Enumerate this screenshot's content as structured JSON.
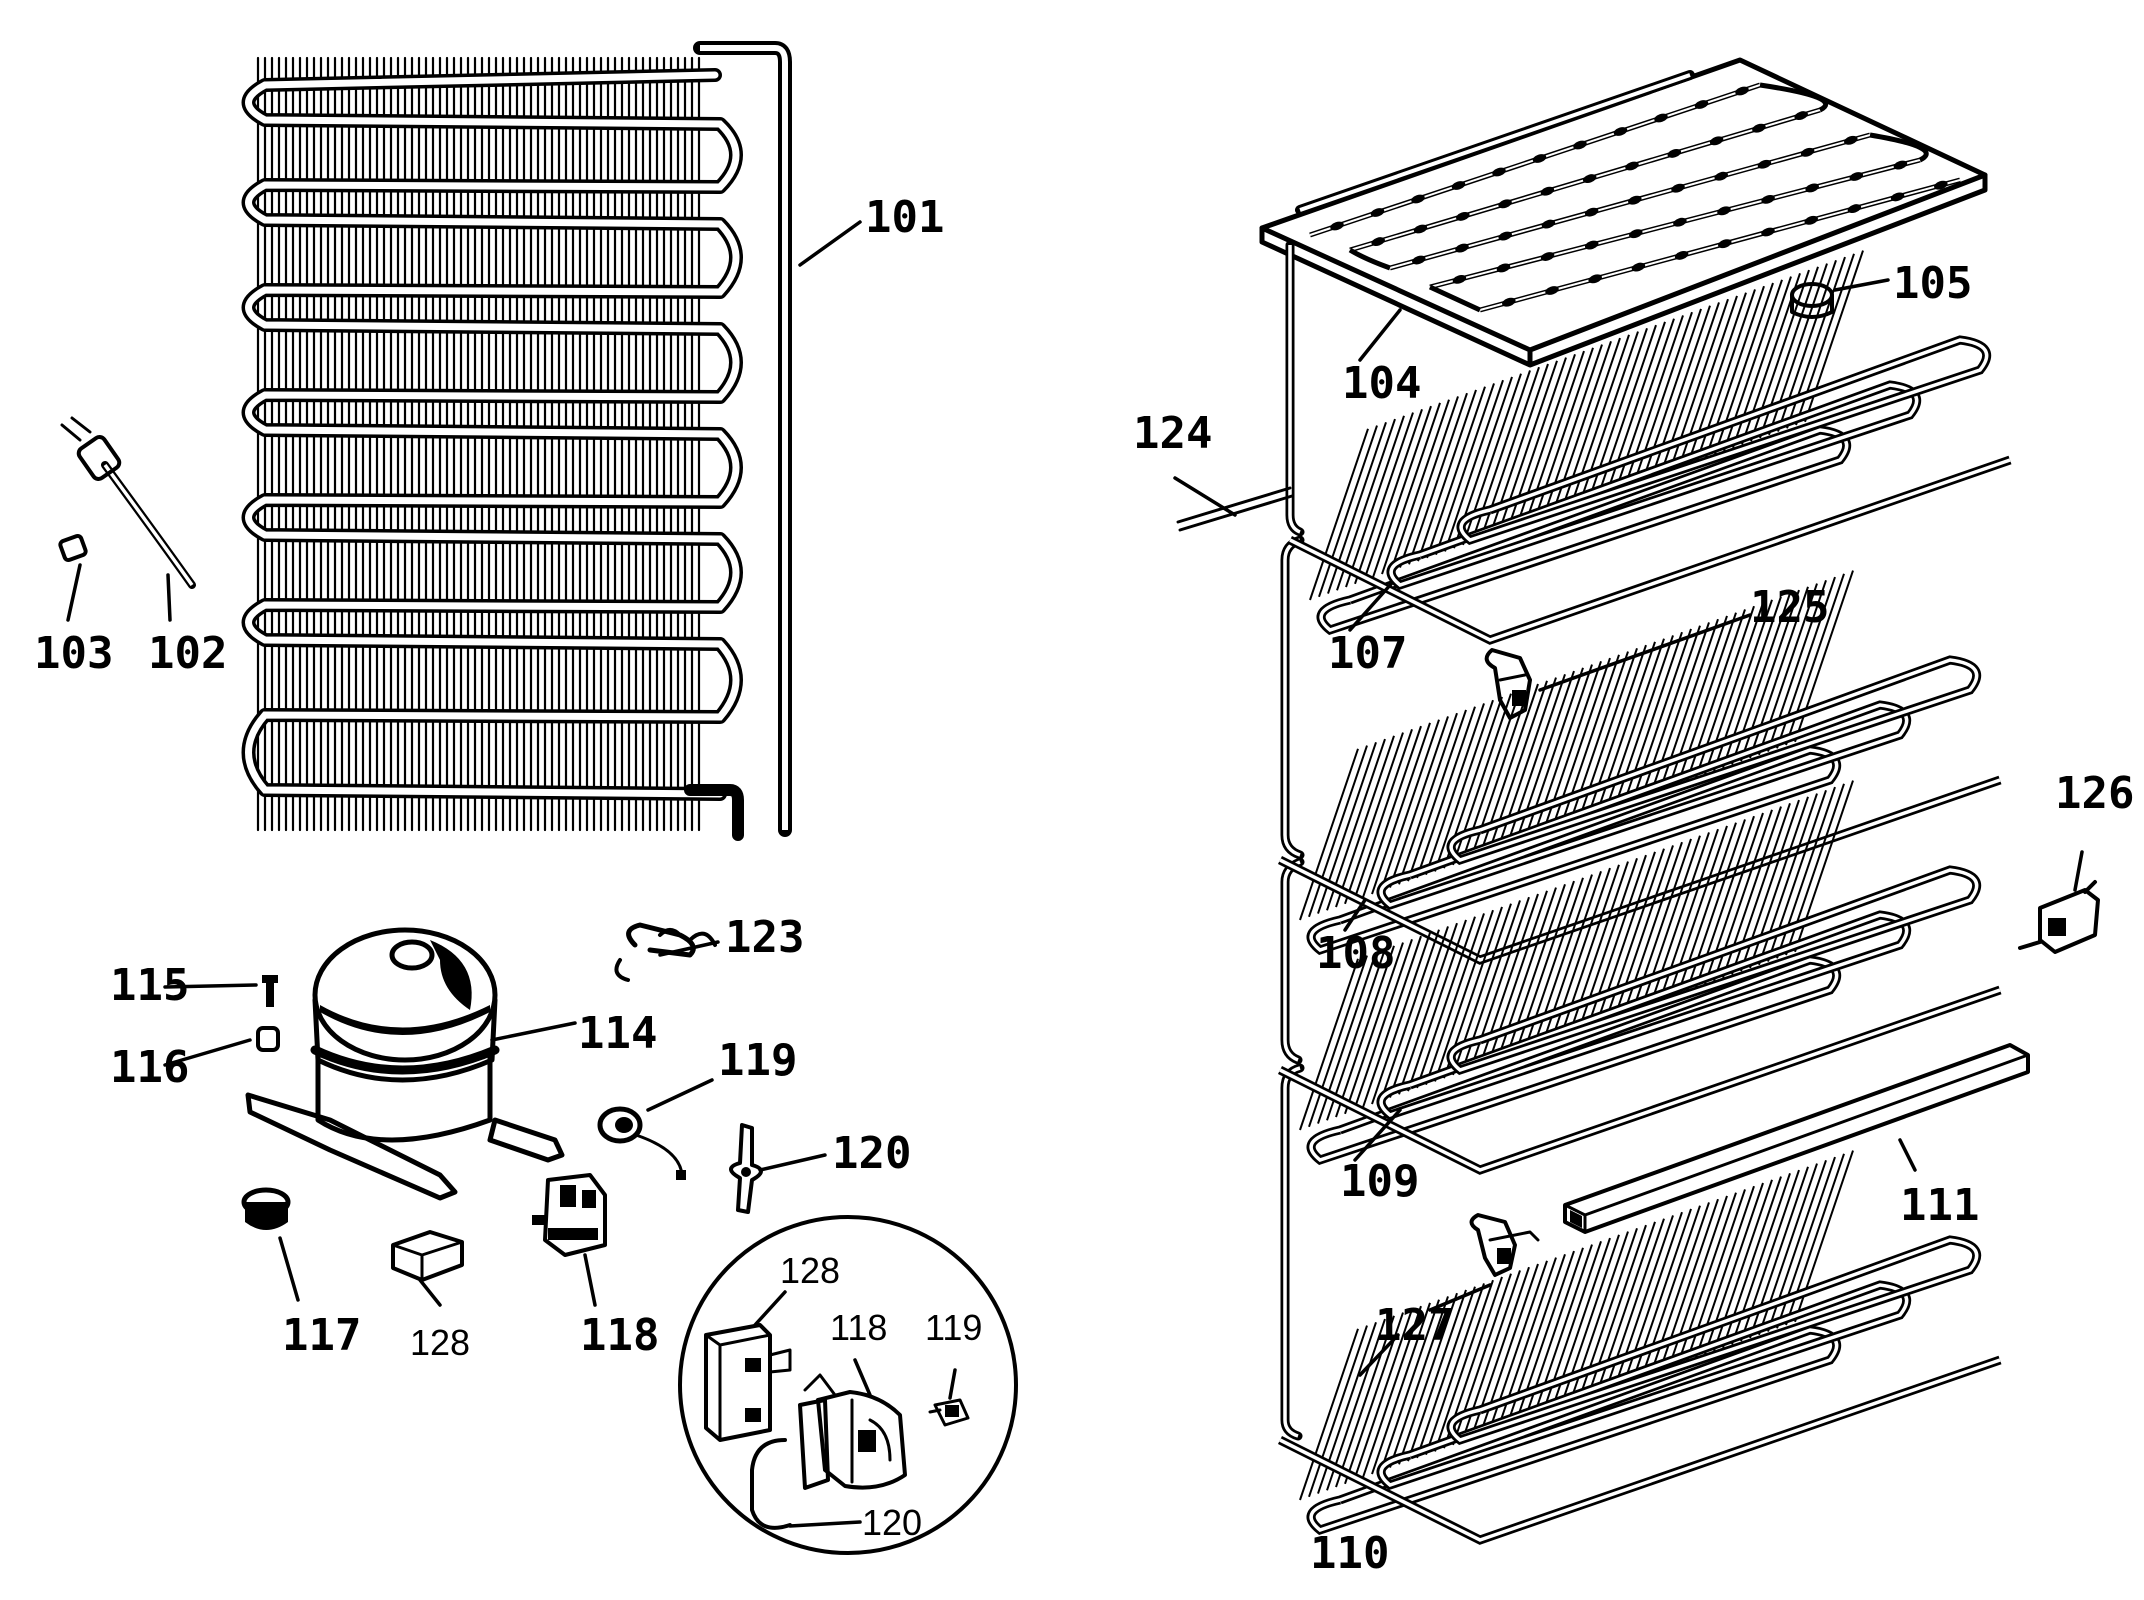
{
  "labels": {
    "l101": "101",
    "l102": "102",
    "l103": "103",
    "l104": "104",
    "l105": "105",
    "l107": "107",
    "l108": "108",
    "l109": "109",
    "l110": "110",
    "l111": "111",
    "l114": "114",
    "l115": "115",
    "l116": "116",
    "l117": "117",
    "l118": "118",
    "l119": "119",
    "l120": "120",
    "l123": "123",
    "l124": "124",
    "l125": "125",
    "l126": "126",
    "l127": "127",
    "l128": "128",
    "d128": "128",
    "d118": "118",
    "d119": "119",
    "d120": "120"
  }
}
